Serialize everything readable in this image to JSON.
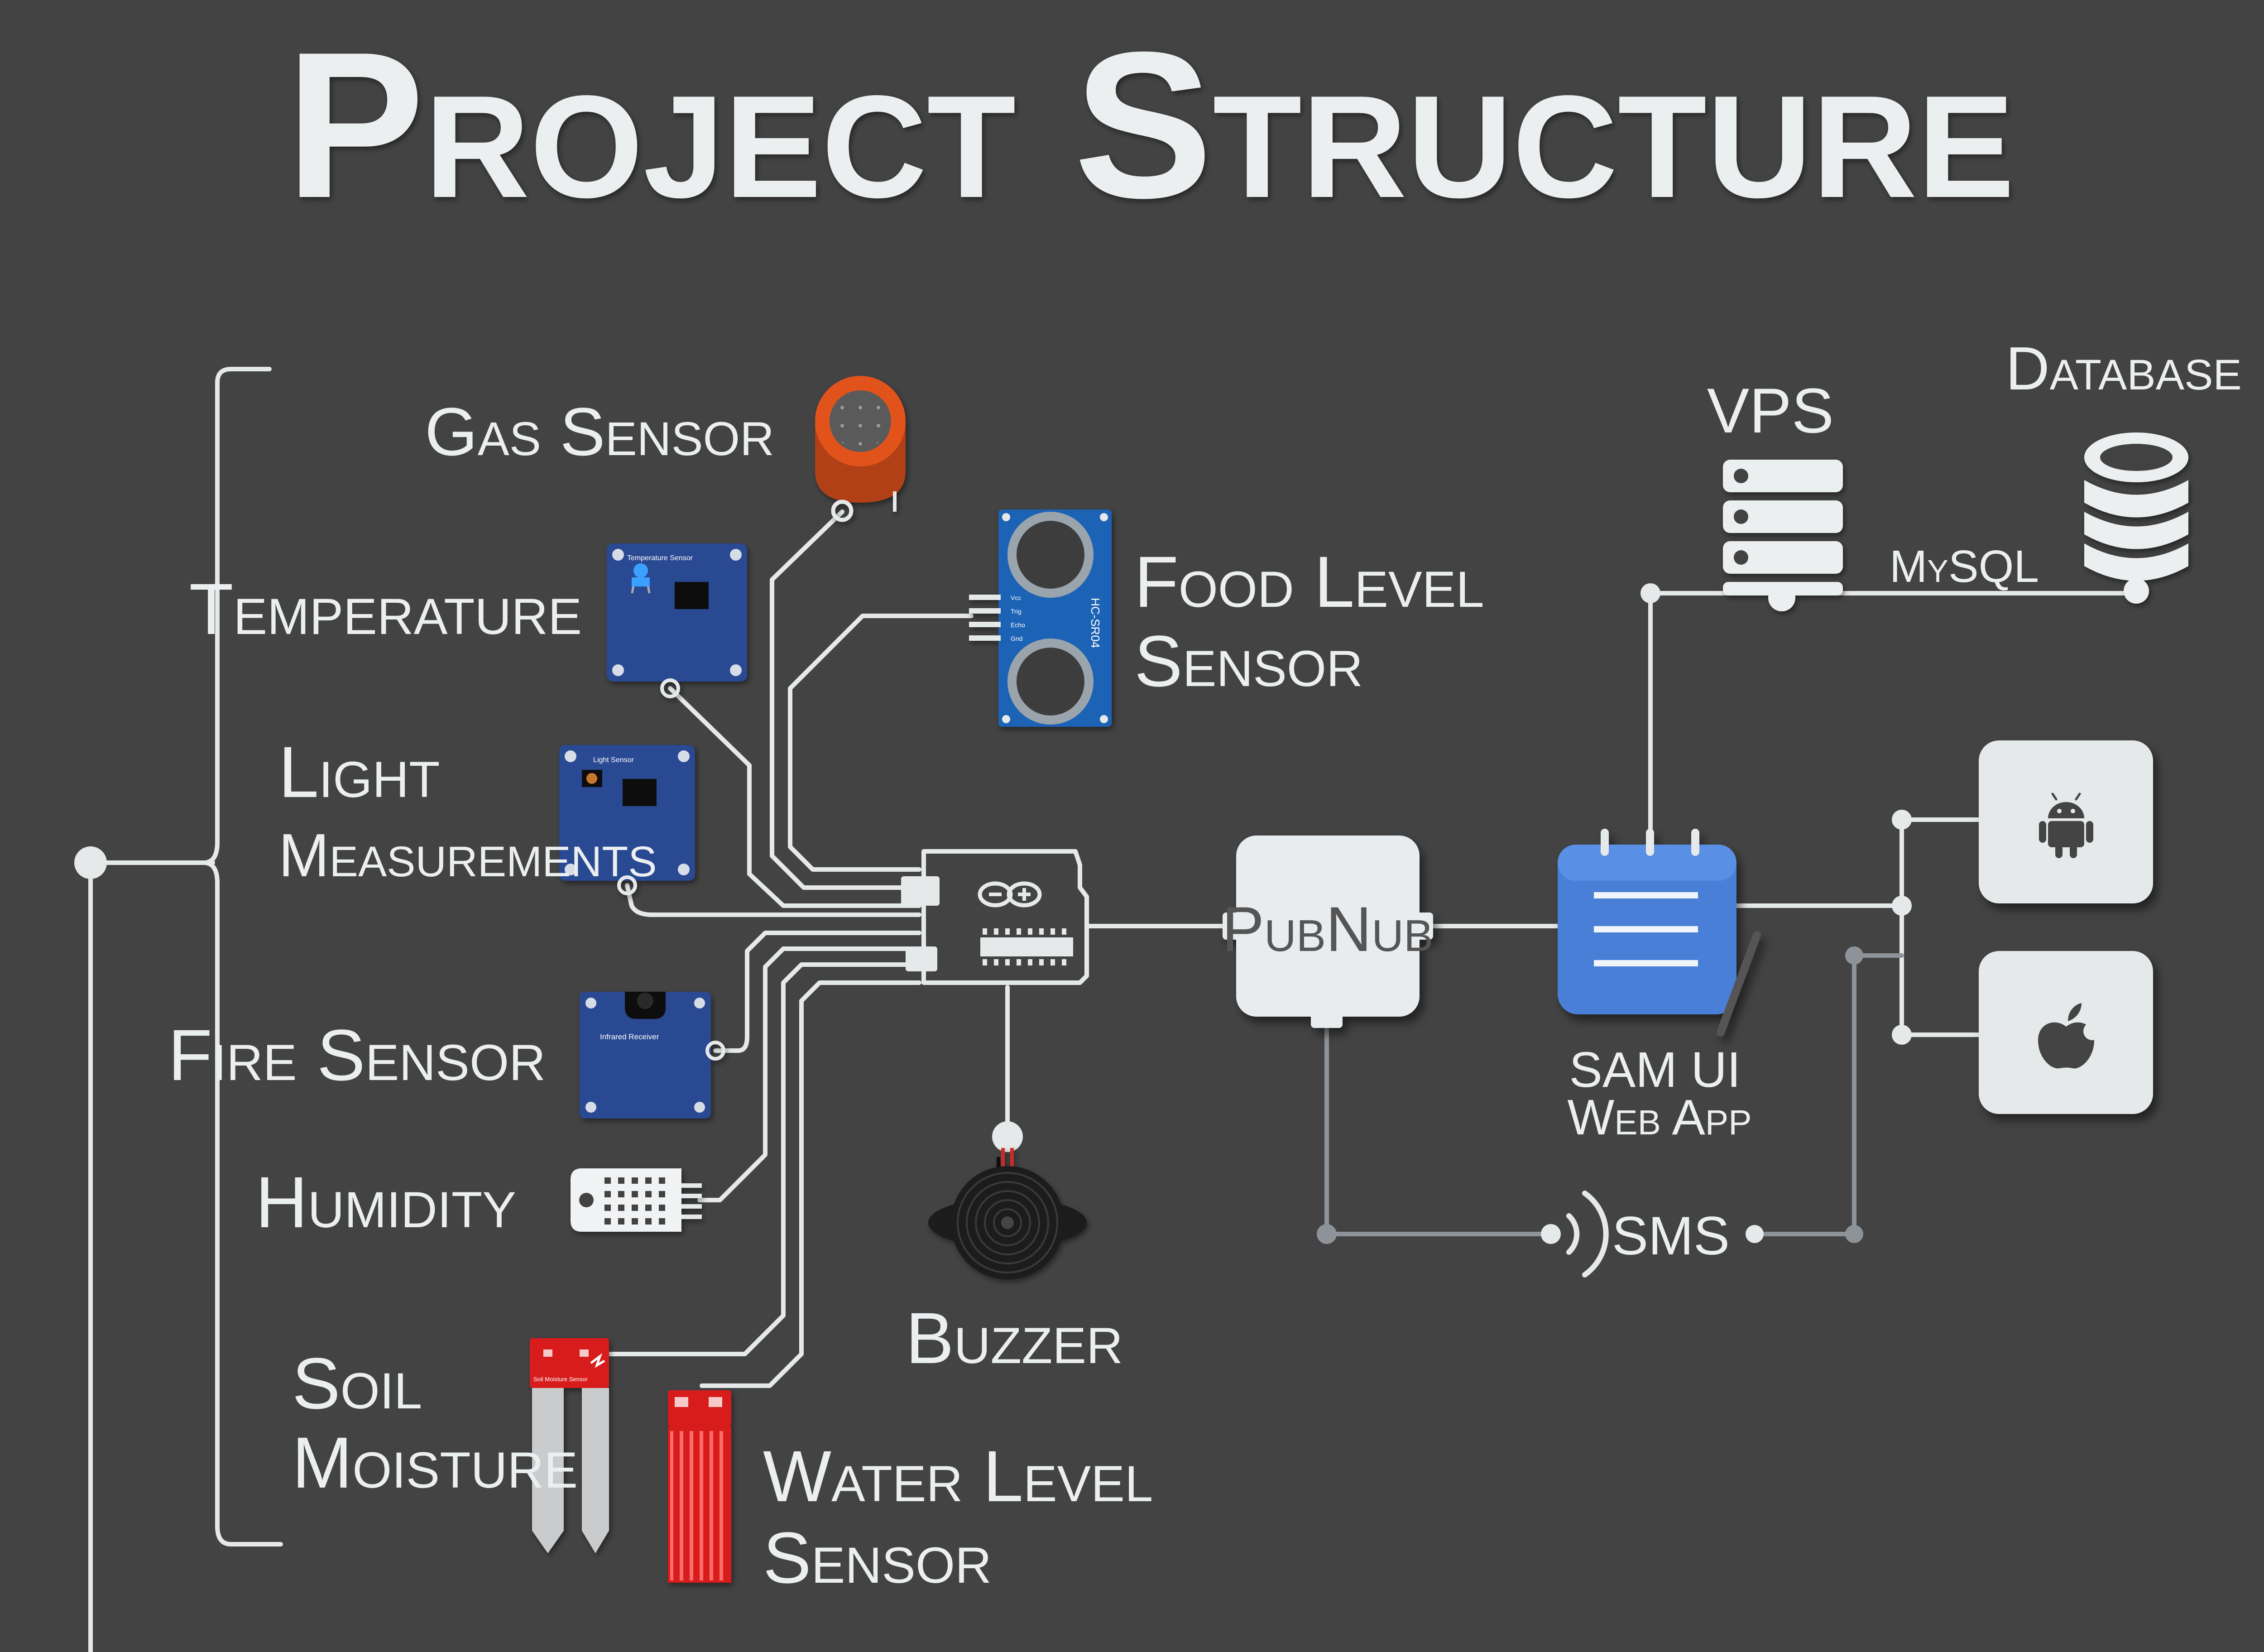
{
  "title": "Project Structure",
  "sensors": {
    "gas": "Gas Sensor",
    "temperature": "Temperature",
    "light_line1": "Light",
    "light_line2": "Measurements",
    "fire": "Fire Sensor",
    "humidity": "Humidity",
    "soil_line1": "Soil",
    "soil_line2": "Moisture",
    "food_line1": "Food Level",
    "food_line2": "Sensor",
    "water_line1": "Water Level",
    "water_line2": "Sensor",
    "buzzer": "Buzzer"
  },
  "module_text": {
    "temperature_board": "Temperature Sensor",
    "light_board": "Light Sensor",
    "fire_board": "Infrared Receiver",
    "soil_board": "Soil Moisture Sensor",
    "ultrasonic_model": "HC-SR04",
    "ultrasonic_pins": [
      "Vcc",
      "Trig",
      "Echo",
      "Gnd"
    ]
  },
  "services": {
    "pubnub": "PubNub",
    "webapp_line1": "SAM UI",
    "webapp_line2": "Web App",
    "vps": "VPS",
    "database": "Database",
    "mysql": "MySQL",
    "sms": "SMS"
  },
  "icons": {
    "controller": "arduino-board-icon",
    "android": "android-icon",
    "apple": "apple-icon",
    "server": "server-rack-icon",
    "database": "database-icon",
    "webapp": "notepad-icon",
    "sms": "sms-signal-icon"
  },
  "colors": {
    "background": "#434343",
    "wire": "#e6e9ea",
    "secondary_wire": "#8d9398",
    "sensor_board": "#2a4a93",
    "gas_sensor": "#e2531e",
    "webapp": "#4a7fd6",
    "red_board": "#d81f1f"
  }
}
